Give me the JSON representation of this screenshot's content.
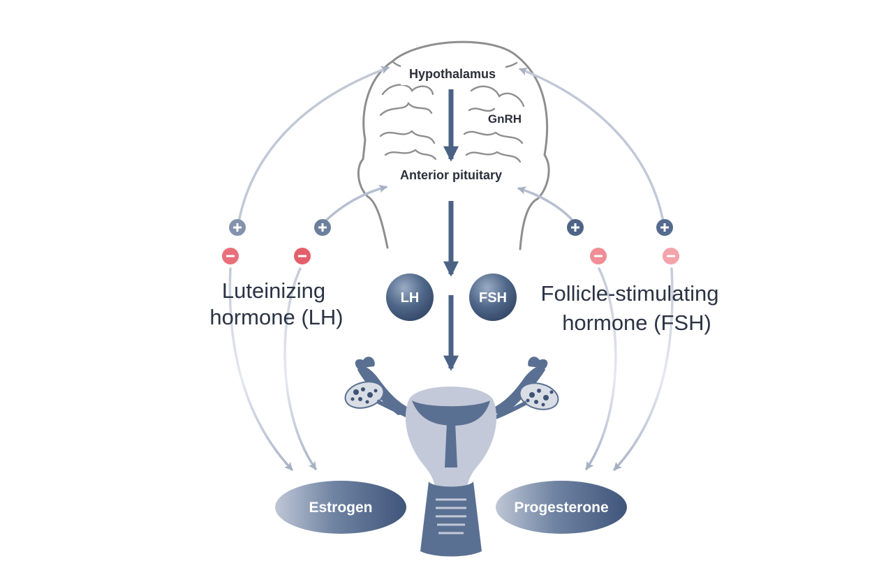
{
  "labels": {
    "hypothalamus": "Hypothalamus",
    "gnrh": "GnRH",
    "anterior_pituitary": "Anterior pituitary",
    "lh_circle": "LH",
    "fsh_circle": "FSH",
    "lh_line1": "Luteinizing",
    "lh_line2": "hormone (LH)",
    "fsh_line1": "Follicle-stimulating",
    "fsh_line2": "hormone (FSH)",
    "estrogen": "Estrogen",
    "progesterone": "Progesterone"
  },
  "colors": {
    "dark_blue": "#4b6285",
    "pale_blue": "#bcc4d6",
    "plus_badge": "#6c7f9c",
    "minus_badge": "#e9707b",
    "outline_gray": "#8e8e8e"
  }
}
